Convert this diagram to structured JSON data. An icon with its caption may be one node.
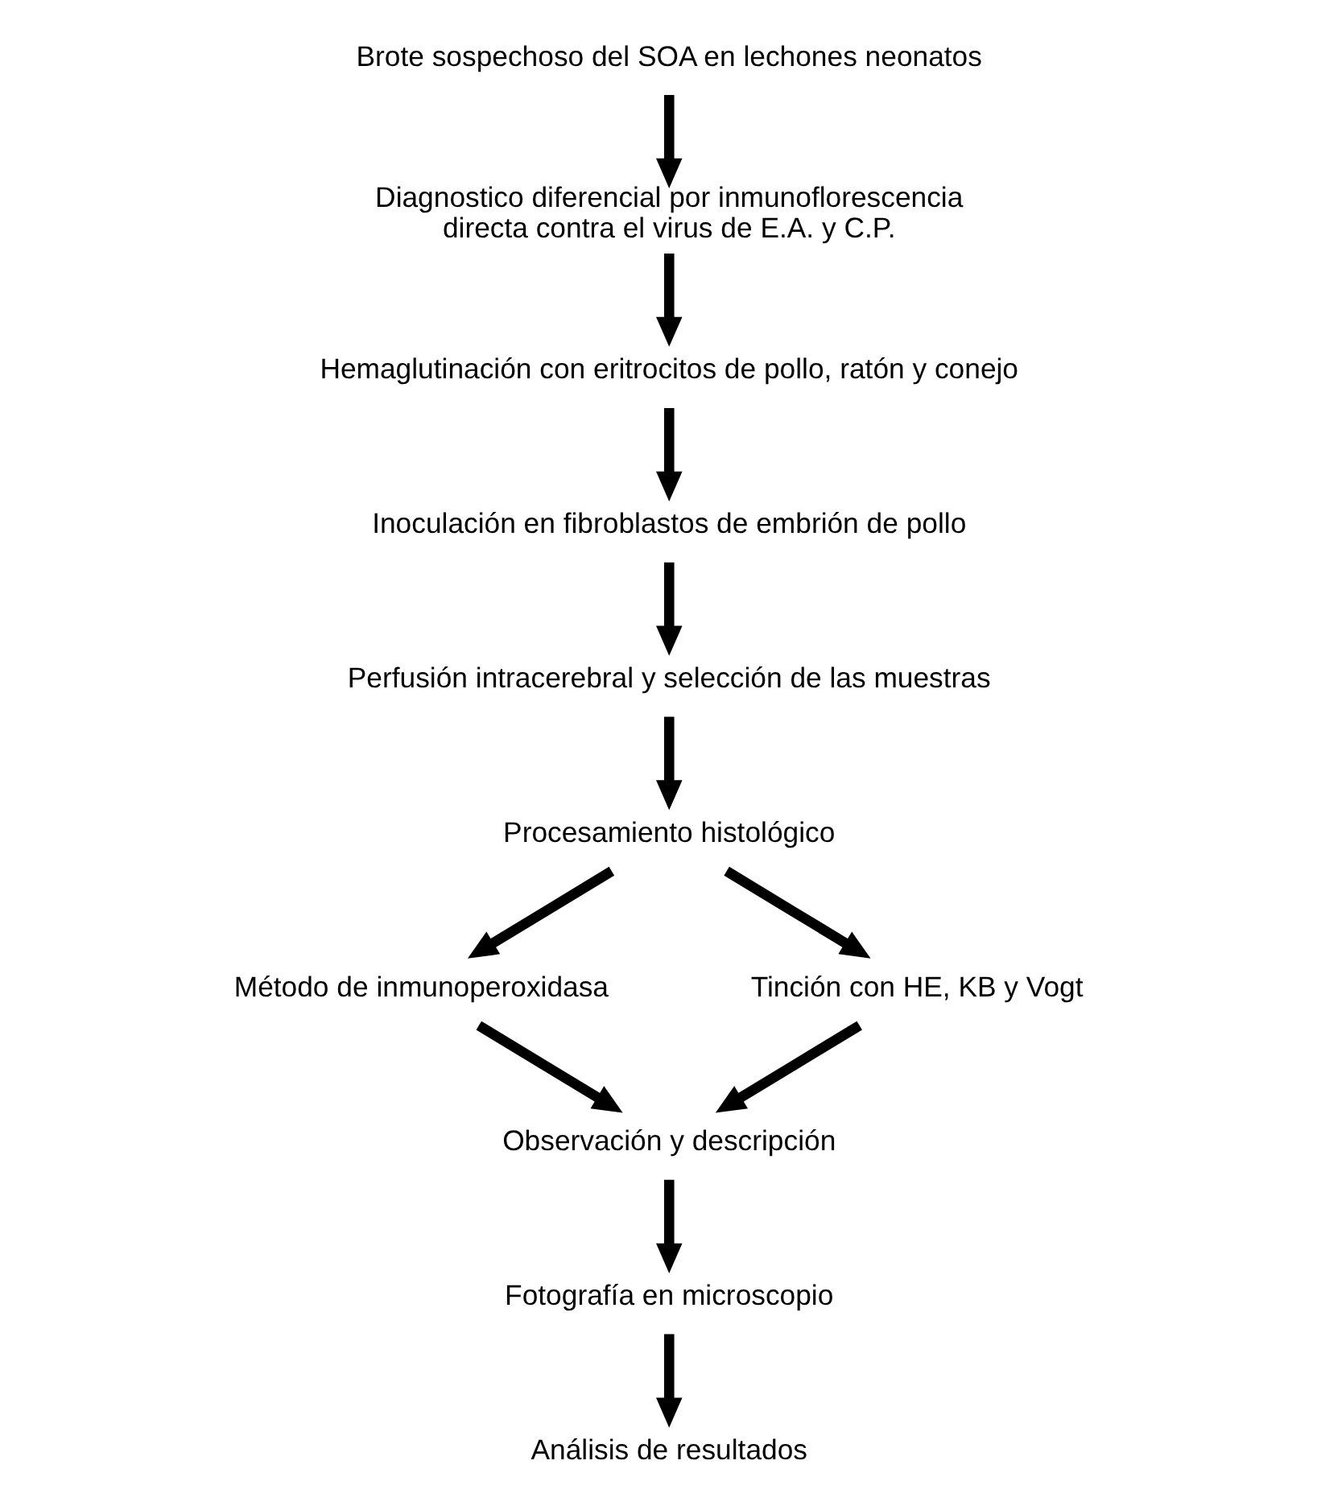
{
  "diagram": {
    "nodes": [
      {
        "text": [
          "Brote sospechoso del SOA en lechones neonatos"
        ]
      },
      {
        "text": [
          "Diagnostico diferencial por inmunoflorescencia directa contra el virus de E.A. y C.P."
        ]
      },
      {
        "text": [
          "Hemaglutinación con eritrocitos de pollo, ratón y conejo"
        ]
      },
      {
        "text": [
          "Inoculación en fibroblastos de embrión de pollo"
        ]
      },
      {
        "text": [
          "Perfusión intracerebral y selección de las muestras"
        ]
      },
      {
        "text": [
          "Procesamiento histológico"
        ]
      },
      {
        "text": [
          "Método de inmunoperoxidasa"
        ]
      },
      {
        "text": [
          "Tinción con HE, KB y Vogt"
        ]
      },
      {
        "text": [
          "Observación y descripción"
        ]
      },
      {
        "text": [
          "Fotografía en microscopio"
        ]
      },
      {
        "text": [
          "Análisis de resultados"
        ]
      }
    ],
    "edges": [
      {
        "from": 0,
        "to": 1,
        "arrow": "to"
      },
      {
        "from": 1,
        "to": 2,
        "arrow": "to"
      },
      {
        "from": 2,
        "to": 3,
        "arrow": "to"
      },
      {
        "from": 3,
        "to": 4,
        "arrow": "to"
      },
      {
        "from": 4,
        "to": 5,
        "arrow": "to"
      },
      {
        "from": 5,
        "to": 6,
        "arrow": "to"
      },
      {
        "from": 5,
        "to": 7,
        "arrow": "to"
      },
      {
        "from": 6,
        "to": 8,
        "arrow": "to"
      },
      {
        "from": 7,
        "to": 8,
        "arrow": "to"
      },
      {
        "from": 8,
        "to": 9,
        "arrow": "to"
      },
      {
        "from": 9,
        "to": 10,
        "arrow": "to"
      }
    ]
  }
}
